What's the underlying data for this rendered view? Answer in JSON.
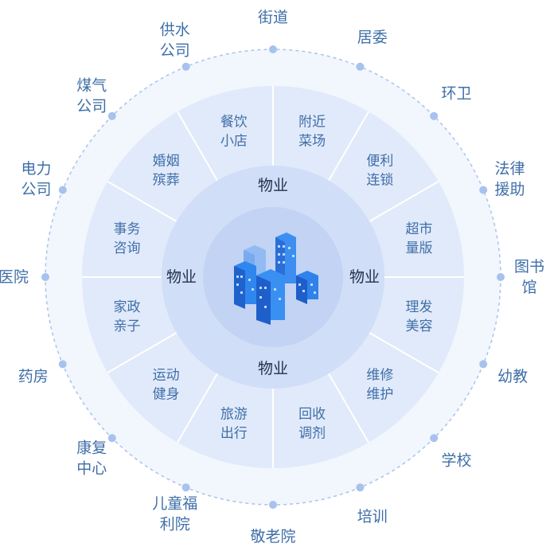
{
  "colors": {
    "outer_fill": "#f2f6fd",
    "outer_border": "#a9c3ec",
    "dot": "#a7c2ee",
    "ring_fill": "#e1eafa",
    "ring_divider": "#ffffff",
    "middle_fill": "#d1def7",
    "core_fill": "#c2d3f4",
    "outer_text": "#3f6fa8",
    "segment_text": "#3f6fa8",
    "middle_text": "#23314a",
    "building": "#2f7fe6"
  },
  "center_icon": "city-buildings-icon",
  "middle_labels": [
    "物业",
    "物业",
    "物业",
    "物业"
  ],
  "segments": [
    [
      "附近",
      "菜场"
    ],
    [
      "便利",
      "连锁"
    ],
    [
      "超市",
      "量版"
    ],
    [
      "理发",
      "美容"
    ],
    [
      "维修",
      "维护"
    ],
    [
      "回收",
      "调剂"
    ],
    [
      "旅游",
      "出行"
    ],
    [
      "运动",
      "健身"
    ],
    [
      "家政",
      "亲子"
    ],
    [
      "事务",
      "咨询"
    ],
    [
      "婚姻",
      "殡葬"
    ],
    [
      "餐饮",
      "小店"
    ]
  ],
  "outer_items": [
    [
      "街道"
    ],
    [
      "居委"
    ],
    [
      "环卫"
    ],
    [
      "法律",
      "援助"
    ],
    [
      "图书",
      "馆"
    ],
    [
      "幼教"
    ],
    [
      "学校"
    ],
    [
      "培训"
    ],
    [
      "敬老院"
    ],
    [
      "儿童福",
      "利院"
    ],
    [
      "康复",
      "中心"
    ],
    [
      "药房"
    ],
    [
      "医院"
    ],
    [
      "电力",
      "公司"
    ],
    [
      "煤气",
      "公司"
    ],
    [
      "供水",
      "公司"
    ]
  ]
}
